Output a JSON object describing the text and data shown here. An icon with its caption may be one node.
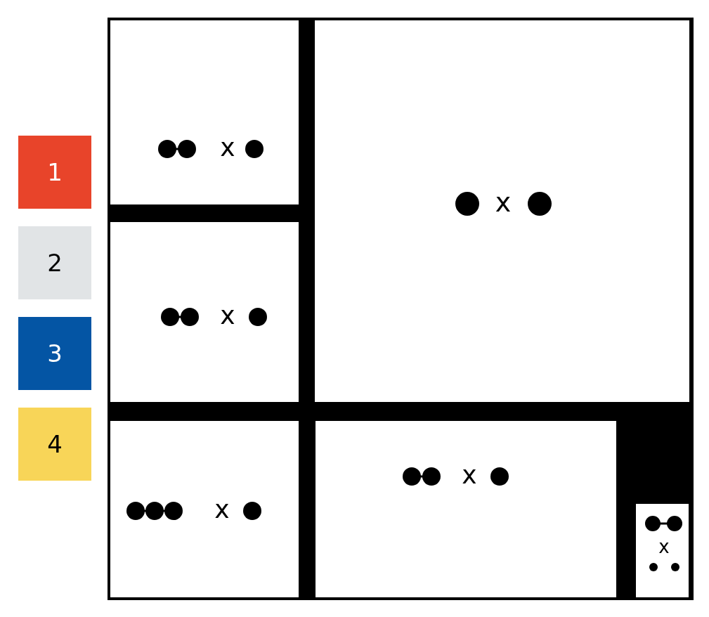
{
  "diagram": {
    "nodes": [
      {
        "text": [
          "x"
        ]
      },
      {
        "text": [
          "x"
        ]
      },
      {
        "text": [
          "x"
        ]
      },
      {
        "text": [
          "x"
        ]
      },
      {
        "text": [
          "x"
        ]
      },
      {
        "text": [
          "x"
        ]
      }
    ],
    "legend": [
      {
        "text": "1",
        "color": "#e8442a"
      },
      {
        "text": "2",
        "color": "#e1e4e6"
      },
      {
        "text": "3",
        "color": "#0455a4"
      },
      {
        "text": "4",
        "color": "#f8d558"
      }
    ]
  }
}
